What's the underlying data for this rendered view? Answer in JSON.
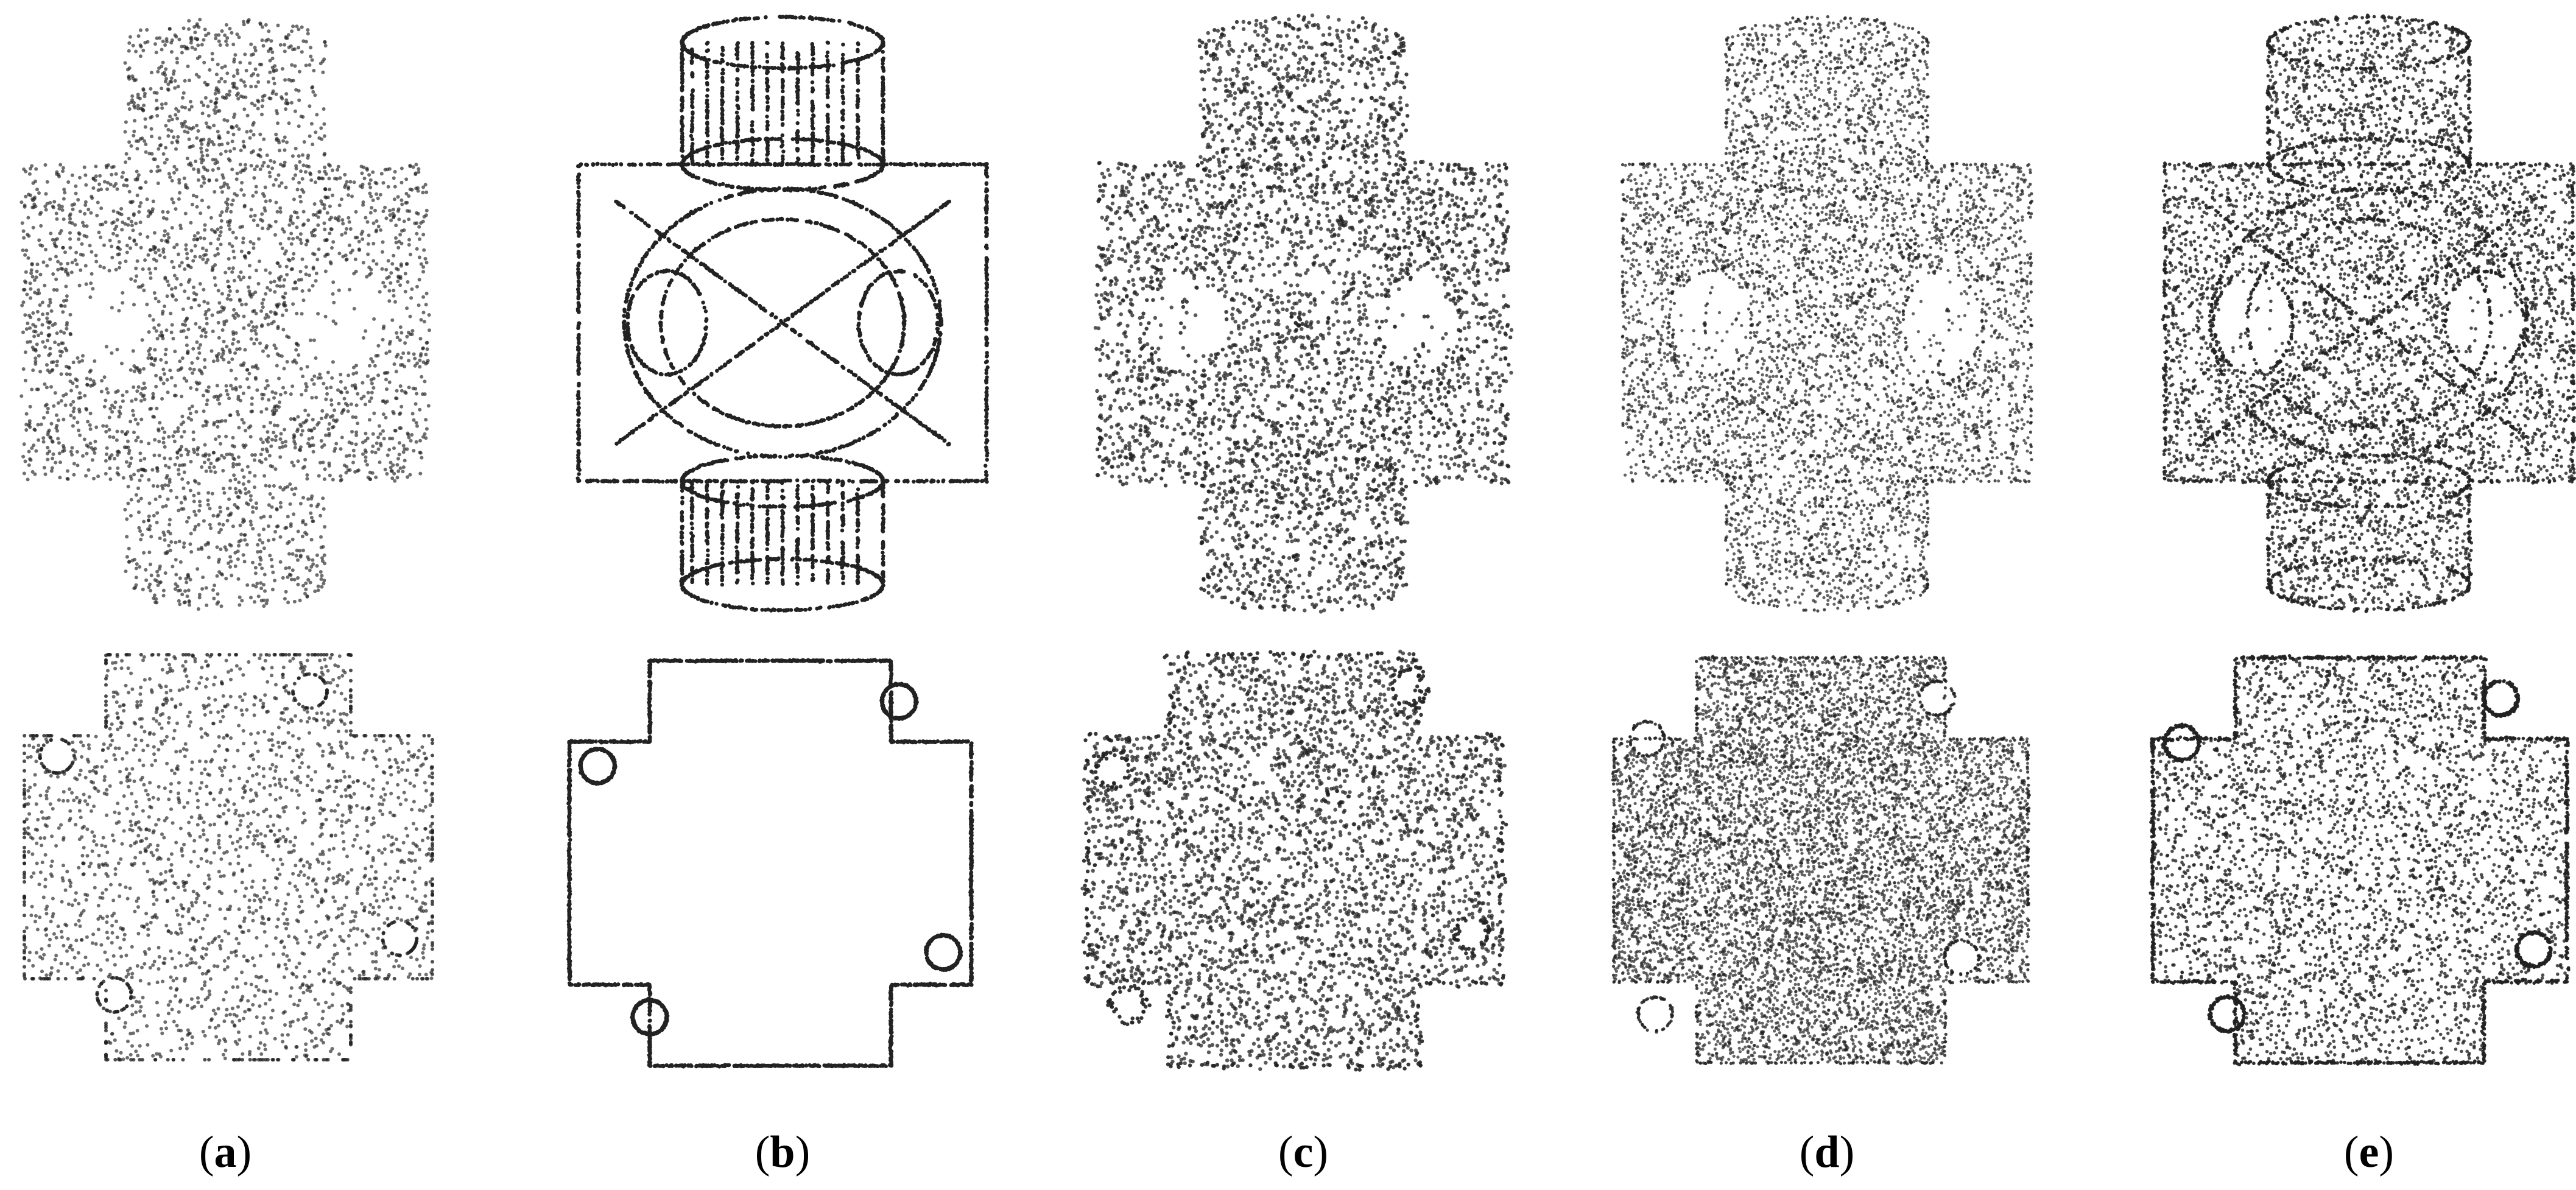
{
  "figure": {
    "background": "#ffffff",
    "point_color": "#222222",
    "panels": [
      {
        "id": "a",
        "caption_open": "(",
        "caption_letter": "a",
        "caption_close": ")",
        "render": "uniform-sparse",
        "top_shape": "cube-with-cylinders",
        "bottom_shape": "cross-plate-with-holes"
      },
      {
        "id": "b",
        "caption_open": "(",
        "caption_letter": "b",
        "caption_close": ")",
        "render": "edges-only",
        "top_shape": "cube-with-cylinders",
        "bottom_shape": "cross-plate-with-holes"
      },
      {
        "id": "c",
        "caption_open": "(",
        "caption_letter": "c",
        "caption_close": ")",
        "render": "noisy",
        "top_shape": "cube-with-cylinders",
        "bottom_shape": "cross-plate-with-holes"
      },
      {
        "id": "d",
        "caption_open": "(",
        "caption_letter": "d",
        "caption_close": ")",
        "render": "dense-uniform",
        "top_shape": "cube-with-cylinders",
        "bottom_shape": "cross-plate-with-holes"
      },
      {
        "id": "e",
        "caption_open": "(",
        "caption_letter": "e",
        "caption_close": ")",
        "render": "edge-enhanced",
        "top_shape": "cube-with-cylinders",
        "bottom_shape": "cross-plate-with-holes"
      }
    ]
  }
}
